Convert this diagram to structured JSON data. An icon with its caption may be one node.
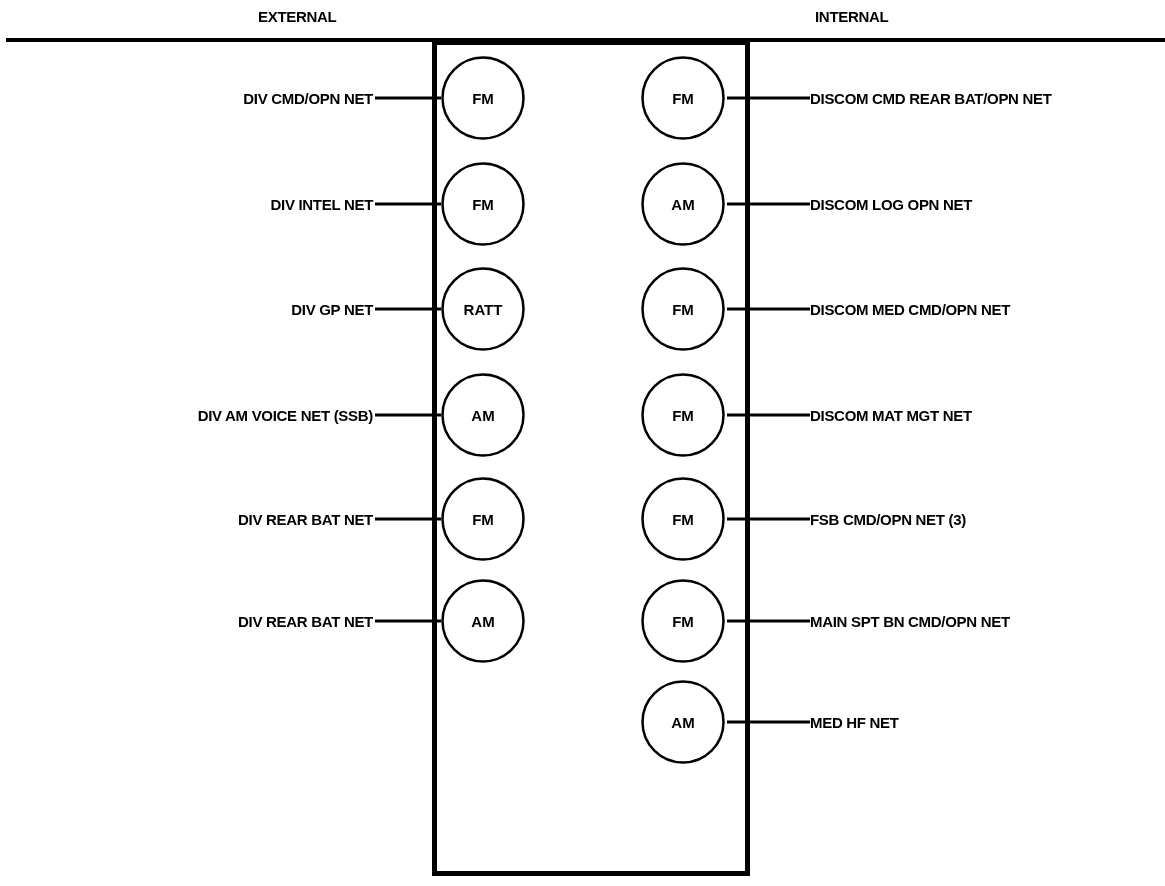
{
  "diagram": {
    "nodes": [
      {
        "text": [],
        "shape": "box"
      },
      {
        "text": [
          "DIV CMD/OPN NET"
        ]
      },
      {
        "text": [
          "FM"
        ],
        "in": 0
      },
      {
        "text": [
          "FM"
        ],
        "in": 0
      },
      {
        "text": [
          "DISCOM CMD REAR BAT/OPN NET"
        ]
      },
      {
        "text": [
          "DIV INTEL NET"
        ]
      },
      {
        "text": [
          "FM"
        ],
        "in": 0
      },
      {
        "text": [
          "AM"
        ],
        "in": 0
      },
      {
        "text": [
          "DISCOM LOG OPN NET"
        ]
      },
      {
        "text": [
          "DIV GP NET"
        ]
      },
      {
        "text": [
          "RATT"
        ],
        "in": 0
      },
      {
        "text": [
          "FM"
        ],
        "in": 0
      },
      {
        "text": [
          "DISCOM MED CMD/OPN NET"
        ]
      },
      {
        "text": [
          "DIV AM VOICE NET (SSB)"
        ]
      },
      {
        "text": [
          "AM"
        ],
        "in": 0
      },
      {
        "text": [
          "FM"
        ],
        "in": 0
      },
      {
        "text": [
          "DISCOM MAT MGT NET"
        ]
      },
      {
        "text": [
          "DIV REAR BAT NET"
        ]
      },
      {
        "text": [
          "FM"
        ],
        "in": 0
      },
      {
        "text": [
          "FM"
        ],
        "in": 0
      },
      {
        "text": [
          "FSB CMD/OPN NET (3)"
        ]
      },
      {
        "text": [
          "DIV REAR BAT NET"
        ]
      },
      {
        "text": [
          "AM"
        ],
        "in": 0
      },
      {
        "text": [
          "FM"
        ],
        "in": 0
      },
      {
        "text": [
          "MAIN SPT BN CMD/OPN NET"
        ]
      },
      {
        "text": [
          "AM"
        ],
        "in": 0
      },
      {
        "text": [
          "MED HF NET"
        ]
      }
    ],
    "edges": [
      {
        "from": 1,
        "to": 2,
        "arrow": "none"
      },
      {
        "from": 3,
        "to": 4,
        "arrow": "none"
      },
      {
        "from": 5,
        "to": 6,
        "arrow": "none"
      },
      {
        "from": 7,
        "to": 8,
        "arrow": "none"
      },
      {
        "from": 9,
        "to": 10,
        "arrow": "none"
      },
      {
        "from": 11,
        "to": 12,
        "arrow": "none"
      },
      {
        "from": 13,
        "to": 14,
        "arrow": "none"
      },
      {
        "from": 15,
        "to": 16,
        "arrow": "none"
      },
      {
        "from": 17,
        "to": 18,
        "arrow": "none"
      },
      {
        "from": 19,
        "to": 20,
        "arrow": "none"
      },
      {
        "from": 21,
        "to": 22,
        "arrow": "none"
      },
      {
        "from": 23,
        "to": 24,
        "arrow": "none"
      },
      {
        "from": 25,
        "to": 26,
        "arrow": "none"
      }
    ],
    "labels": [
      "EXTERNAL",
      "INTERNAL"
    ]
  }
}
